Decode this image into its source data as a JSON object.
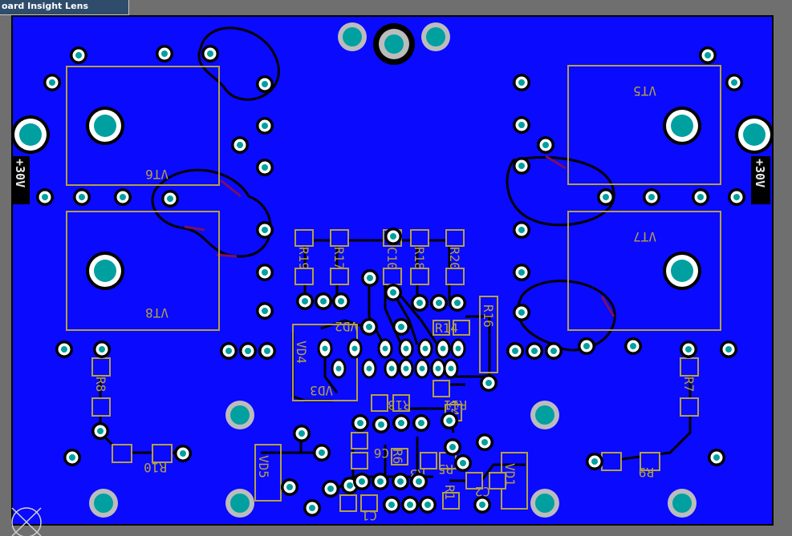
{
  "window": {
    "title_fragment": "oard Insight Lens"
  },
  "colors": {
    "copper": "#0a0aff",
    "board_bg": "#6f6f6f",
    "trace": "#000000",
    "pad": "#00a0a0",
    "silkscreen": "#b3a046",
    "keepout": "#7a1060"
  },
  "components": {
    "vt5": "VT5",
    "vt6": "VT6",
    "vt7": "VT7",
    "vt8": "VT8",
    "r19": "R19",
    "r17": "R17",
    "c10": "C10",
    "r18": "R18",
    "r20": "R20",
    "vd2": "VD2",
    "r14": "R14",
    "vd4": "VD4",
    "vd3": "VD3",
    "r11": "R11",
    "r13": "R13",
    "r6": "R6",
    "r16": "R16",
    "c4": "C4",
    "c6": "C6",
    "r5": "R5",
    "r8": "R8",
    "r10": "R10",
    "r7": "R7",
    "r9": "R9",
    "vd5": "VD5",
    "vd1": "VD1",
    "r3": "R3",
    "c1": "C1",
    "c2": "C2",
    "r1": "R1"
  },
  "side_labels": {
    "left": "+30V",
    "right": "+30V"
  }
}
